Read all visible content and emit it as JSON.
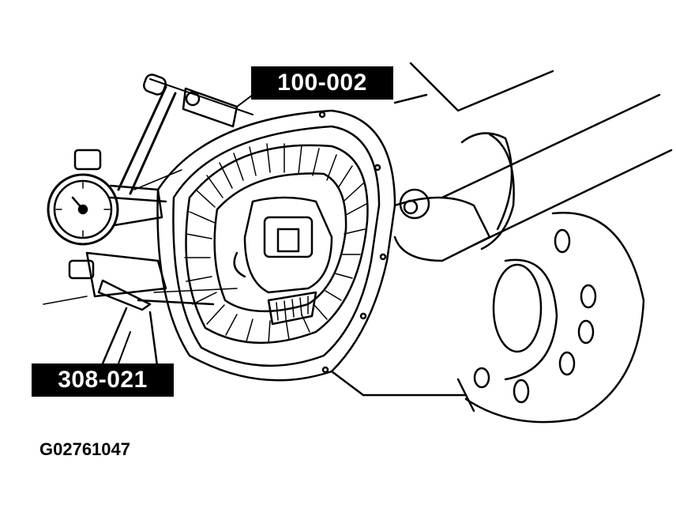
{
  "callouts": {
    "upper_tool": "100-002",
    "lower_tool": "308-021"
  },
  "figure_id": "G02761047",
  "colors": {
    "line": "#000000",
    "background": "#ffffff",
    "callout_bg": "#000000",
    "callout_text": "#ffffff"
  },
  "icons": {
    "dial_indicator": "dial-indicator-icon",
    "magnetic_base": "magnetic-base-icon"
  }
}
